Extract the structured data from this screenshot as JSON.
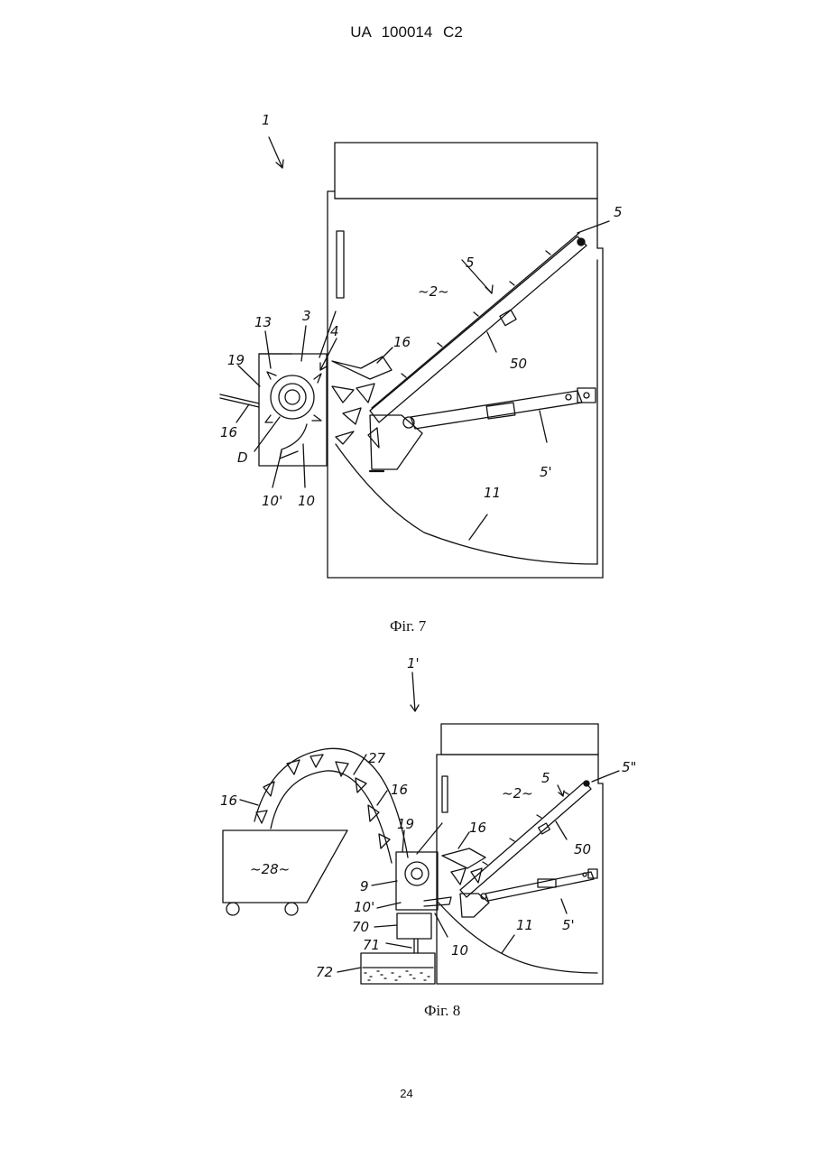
{
  "header": {
    "text": "UA   100014   C2"
  },
  "figures": [
    {
      "caption": "Фіг. 7",
      "labels": {
        "device": "1",
        "interior": "~2~",
        "conveyor_top": "5",
        "conveyor": "5",
        "l3": "3",
        "l4": "4",
        "l13": "13",
        "l16a": "16",
        "l19": "19",
        "l16b": "16",
        "lD": "D",
        "l10p": "10'",
        "l10": "10",
        "l50": "50",
        "l5p": "5'",
        "l11": "11"
      }
    },
    {
      "caption": "Фіг. 8",
      "labels": {
        "device": "1'",
        "l27": "27",
        "l16a": "16",
        "l16b": "16",
        "l16c": "16",
        "bin": "~28~",
        "l19": "19",
        "l9": "9",
        "l10p": "10'",
        "l70": "70",
        "l71": "71",
        "l72": "72",
        "l10": "10",
        "interior": "~2~",
        "conveyor": "5",
        "l5pp": "5\"",
        "l50": "50",
        "l11": "11",
        "l5p": "5'"
      }
    }
  ],
  "page_number": "24"
}
